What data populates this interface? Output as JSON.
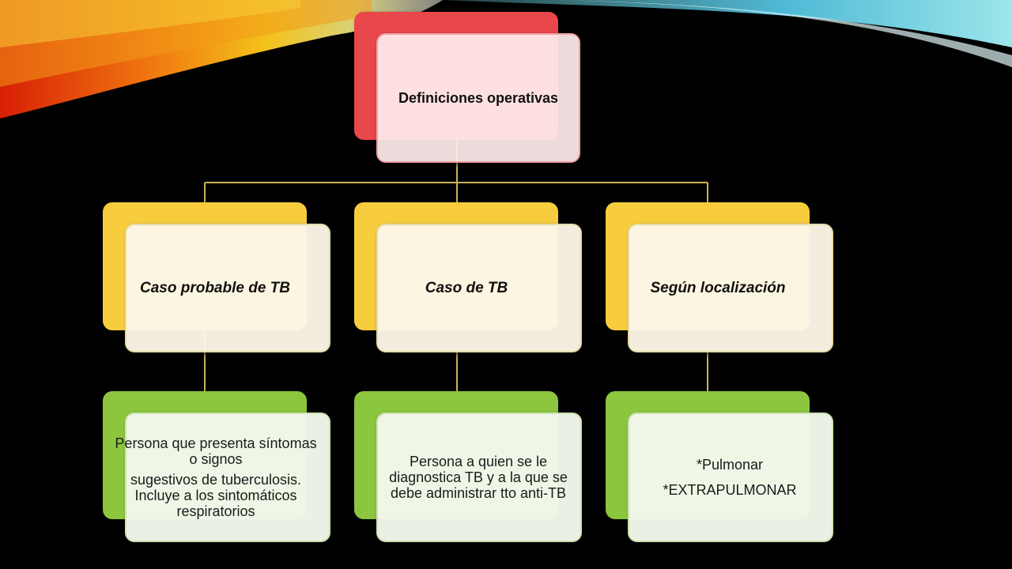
{
  "root": {
    "label": "Definiciones operativas"
  },
  "categories": [
    {
      "label": "Caso probable de TB",
      "detail": [
        "Persona que presenta síntomas o signos",
        "sugestivos de tuberculosis. Incluye a los sintomáticos respiratorios"
      ]
    },
    {
      "label": "Caso de TB",
      "detail": [
        "Persona a quien se le diagnostica TB y a la que se debe administrar tto anti-TB"
      ]
    },
    {
      "label": "Según localización",
      "detail": [
        "*Pulmonar",
        "*EXTRAPULMONAR"
      ]
    }
  ],
  "colors": {
    "background": "#000000",
    "root_back": "#e8474b",
    "category_back": "#f7cd3e",
    "detail_back": "#8cc63f",
    "connector": "#c9b458"
  }
}
